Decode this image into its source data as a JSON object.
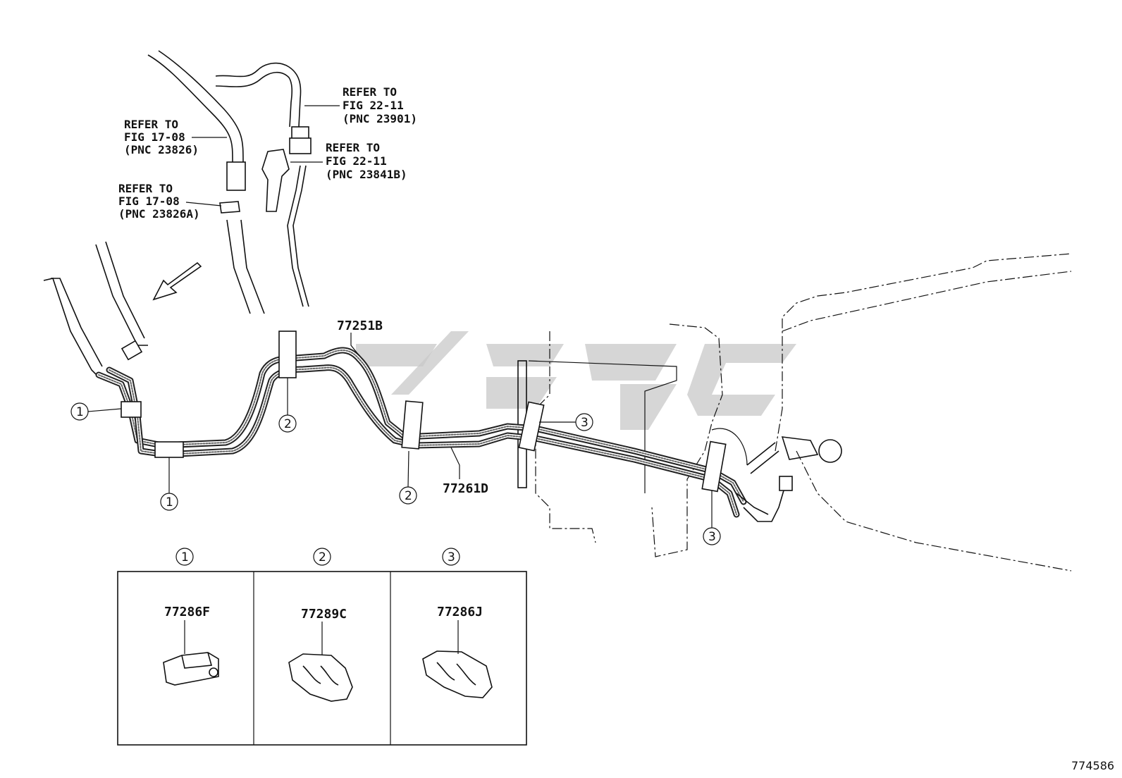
{
  "diagram_id": "774586",
  "references": [
    {
      "lines": [
        "REFER TO",
        "FIG 17-08",
        "(PNC 23826)"
      ]
    },
    {
      "lines": [
        "REFER TO",
        "FIG 17-08",
        "(PNC 23826A)"
      ]
    },
    {
      "lines": [
        "REFER TO",
        "FIG 22-11",
        "(PNC 23901)"
      ]
    },
    {
      "lines": [
        "REFER TO",
        "FIG 22-11",
        "(PNC 23841B)"
      ]
    }
  ],
  "parts": {
    "upper_line": "77251B",
    "lower_line": "77261D"
  },
  "callouts": [
    "1",
    "1",
    "2",
    "2",
    "3",
    "3"
  ],
  "legend": [
    {
      "num": "1",
      "part": "77286F"
    },
    {
      "num": "2",
      "part": "77289C"
    },
    {
      "num": "3",
      "part": "77286J"
    }
  ]
}
